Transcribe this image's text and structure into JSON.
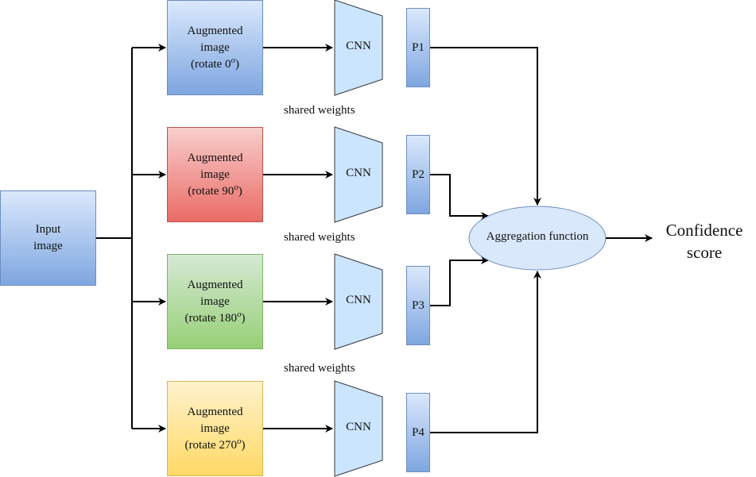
{
  "input": {
    "line1": "Input",
    "line2": "image"
  },
  "branches": [
    {
      "line1": "Augmented",
      "line2": "image",
      "rotate_text": "(rotate 0",
      "degree": "o",
      "close": ")",
      "color": "blue",
      "cnn": "CNN",
      "p": "P1"
    },
    {
      "line1": "Augmented",
      "line2": "image",
      "rotate_text": "(rotate 90",
      "degree": "o",
      "close": ")",
      "color": "red",
      "cnn": "CNN",
      "p": "P2"
    },
    {
      "line1": "Augmented",
      "line2": "image",
      "rotate_text": "(rotate 180",
      "degree": "o",
      "close": ")",
      "color": "green",
      "cnn": "CNN",
      "p": "P3"
    },
    {
      "line1": "Augmented",
      "line2": "image",
      "rotate_text": "(rotate 270",
      "degree": "o",
      "close": ")",
      "color": "yellow",
      "cnn": "CNN",
      "p": "P4"
    }
  ],
  "shared_weights": [
    "shared weights",
    "shared weights",
    "shared weights"
  ],
  "aggregation": "Aggregation function",
  "confidence": {
    "line1": "Confidence",
    "line2": "score"
  },
  "colors": {
    "blue_fill": "#dae8fc",
    "blue_stroke": "#6c8ebf",
    "red_fill": "#f8cecc",
    "red_stroke": "#b85450",
    "green_fill": "#d5e8d4",
    "green_stroke": "#82b366",
    "yellow_fill": "#fff2cc",
    "yellow_stroke": "#d6b656"
  }
}
